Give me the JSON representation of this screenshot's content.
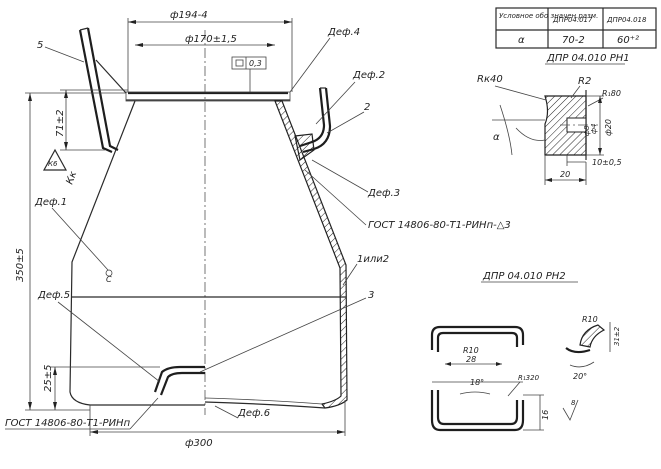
{
  "dims": {
    "outer_top_diameter": "ф194-4",
    "inner_top_diameter": "ф170±1,5",
    "tolerance_box": "0,3",
    "handle_height": "71±2",
    "total_height": "350±5",
    "bottom_offset": "25±5",
    "bottom_diameter": "ф300"
  },
  "labels": {
    "part_5": "5",
    "def_4": "Деф.4",
    "def_2": "Деф.2",
    "part_2": "2",
    "def_3": "Деф.3",
    "gost_top": "ГОСТ 14806-80-Т1-РИНп-△3",
    "roughness_symbol": "К6",
    "kk": "Кк",
    "def_1": "Деф.1",
    "c": "С",
    "one_or_two": "1или2",
    "part_3": "3",
    "def_5": "Деф.5",
    "gost_bottom": "ГОСТ 14806-80-Т1-РИНп",
    "def_6": "Деф.6"
  },
  "table": {
    "headers": [
      "Условное обо значен.разм.",
      "ДПР04.017",
      "ДПР04.018"
    ],
    "row": [
      "α",
      "70-2",
      "60⁺²"
    ],
    "caption": "ДПР 04.010 РН1"
  },
  "detail1": {
    "r40": "Rк40",
    "r2": "R2",
    "r80": "R₁80",
    "alpha": "α",
    "d8": "ф8",
    "d4": "ф4",
    "d20": "ф20",
    "ten": "10±0,5",
    "twenty": "20"
  },
  "detail2": {
    "caption": "ДПР 04.010 РН2",
    "r10": "R10",
    "w28": "28",
    "ang18": "18°",
    "r320": "R₁320",
    "d16": "16",
    "r10b": "R10",
    "h31": "31±2",
    "ang20": "20°",
    "v8": "8"
  }
}
